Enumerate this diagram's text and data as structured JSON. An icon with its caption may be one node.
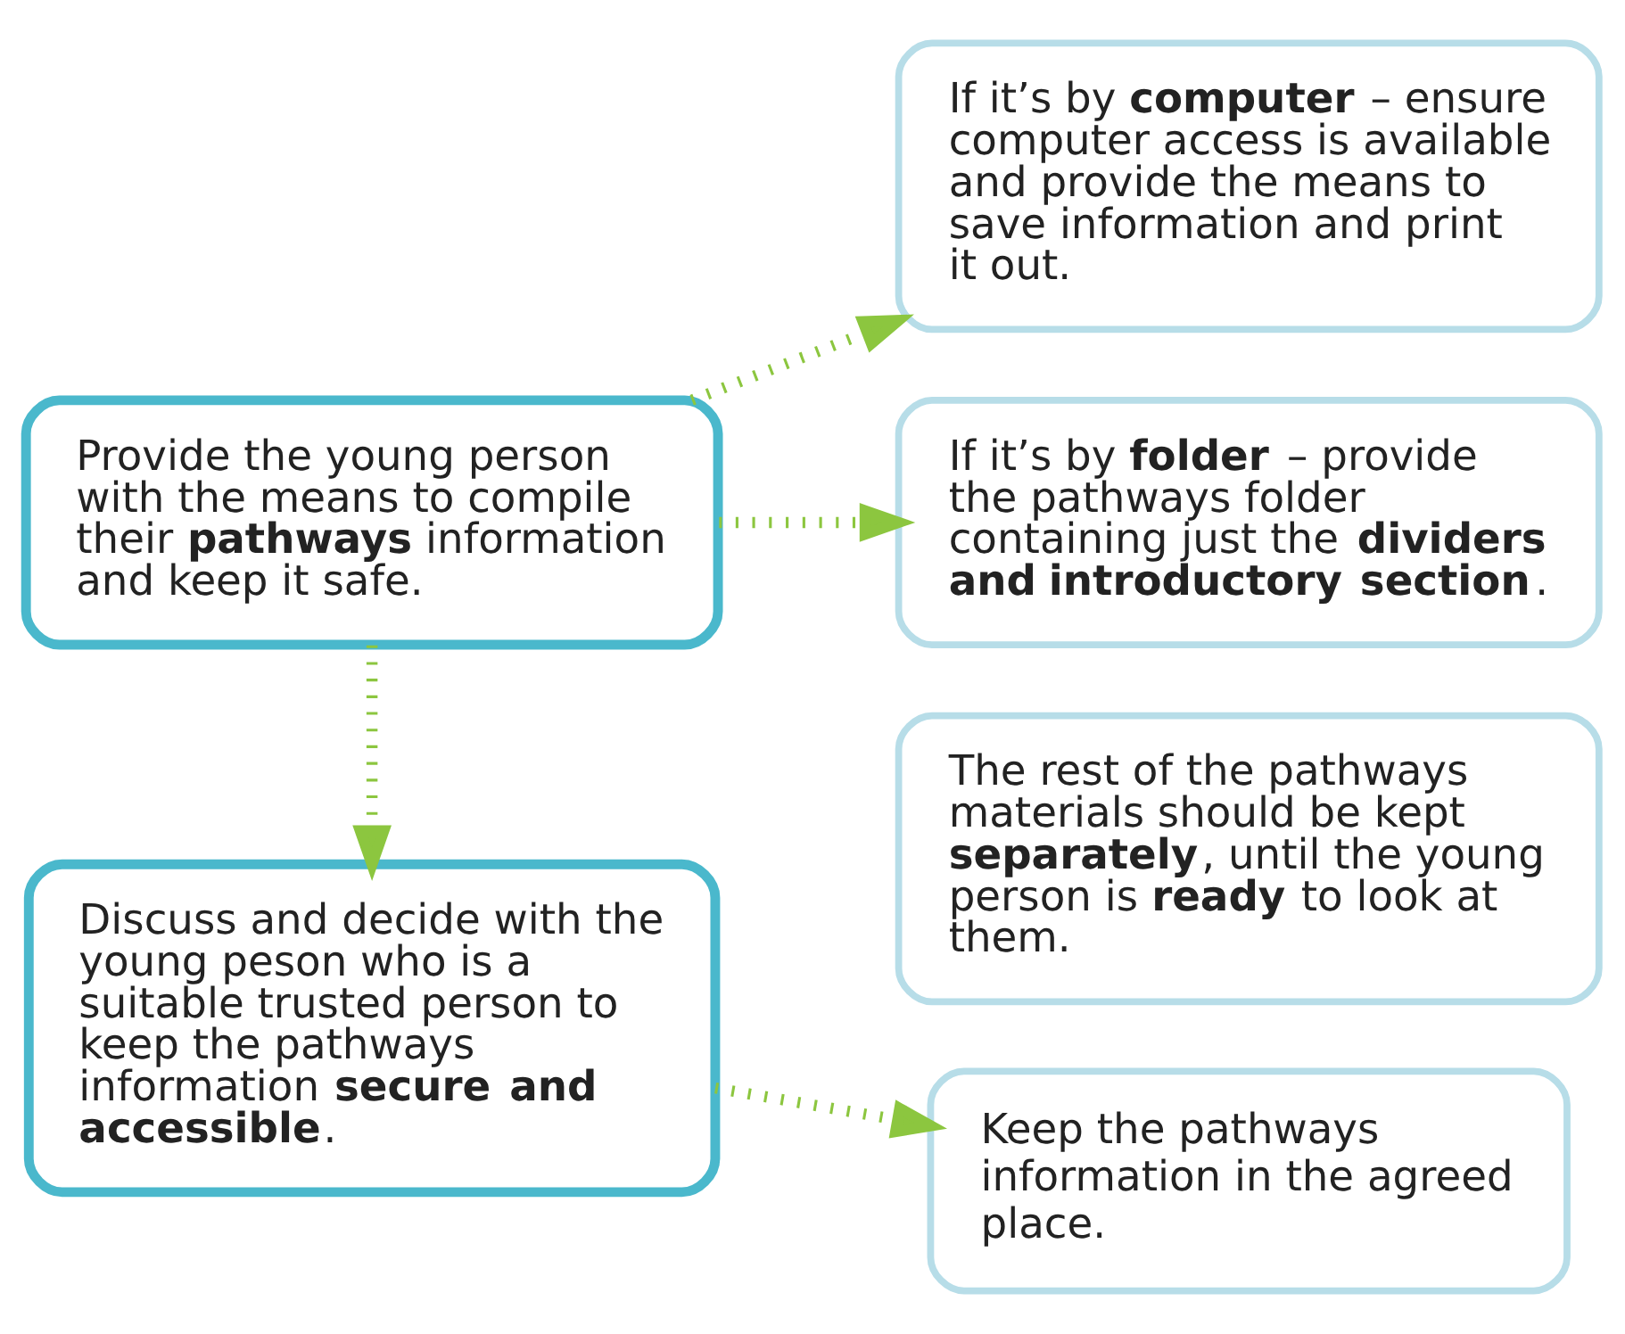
{
  "diagram": {
    "nodes": [
      {
        "text": [
          "Provide the young person with the means to compile their **pathways** information and keep it safe."
        ]
      },
      {
        "text": [
          "If it’s by **computer** – ensure computer access is available and provide the means to save information and print it out."
        ]
      },
      {
        "text": [
          "If it’s by **folder** – provide the pathways folder containing just the **dividers and introductory section**."
        ]
      },
      {
        "text": [
          "The rest of the pathways materials should be kept **separately**, until the young person is **ready** to look at them."
        ]
      },
      {
        "text": [
          "Discuss and decide with the young peson who is a suitable trusted person to keep the pathways information **secure and accessible**."
        ]
      },
      {
        "text": [
          "Keep the pathways information in the agreed place."
        ]
      }
    ],
    "edges": [
      {
        "from": 0,
        "to": 1,
        "arrow": "to"
      },
      {
        "from": 0,
        "to": 2,
        "arrow": "to"
      },
      {
        "from": 0,
        "to": 4,
        "arrow": "to"
      },
      {
        "from": 4,
        "to": 5,
        "arrow": "to"
      }
    ]
  }
}
